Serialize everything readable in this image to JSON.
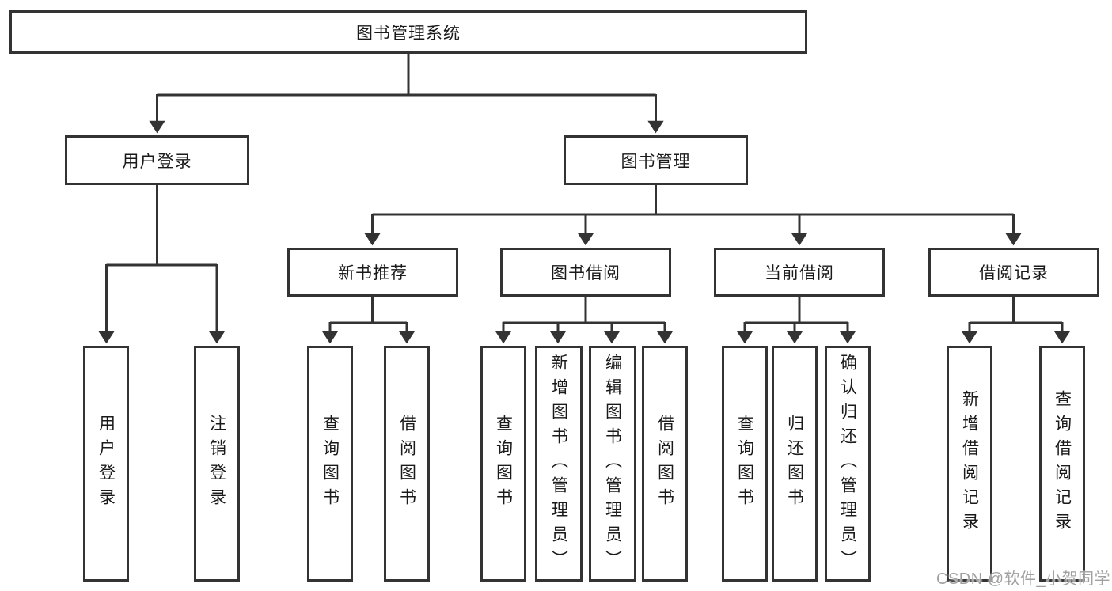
{
  "diagram": {
    "root": "图书管理系统",
    "branches": [
      {
        "label": "用户登录",
        "children": [
          "用户登录",
          "注销登录"
        ]
      },
      {
        "label": "图书管理",
        "groups": [
          {
            "label": "新书推荐",
            "children": [
              "查询图书",
              "借阅图书"
            ]
          },
          {
            "label": "图书借阅",
            "children": [
              "查询图书",
              "新增图书（管理员）",
              "编辑图书（管理员）",
              "借阅图书"
            ]
          },
          {
            "label": "当前借阅",
            "children": [
              "查询图书",
              "归还图书",
              "确认归还（管理员）"
            ]
          },
          {
            "label": "借阅记录",
            "children": [
              "新增借阅记录",
              "查询借阅记录"
            ]
          }
        ]
      }
    ]
  },
  "watermark": "CSDN @软件_小贺同学",
  "colors": {
    "line": "#333333",
    "text": "#1a1a1a",
    "watermark": "#a0a0a0",
    "background": "#ffffff"
  }
}
